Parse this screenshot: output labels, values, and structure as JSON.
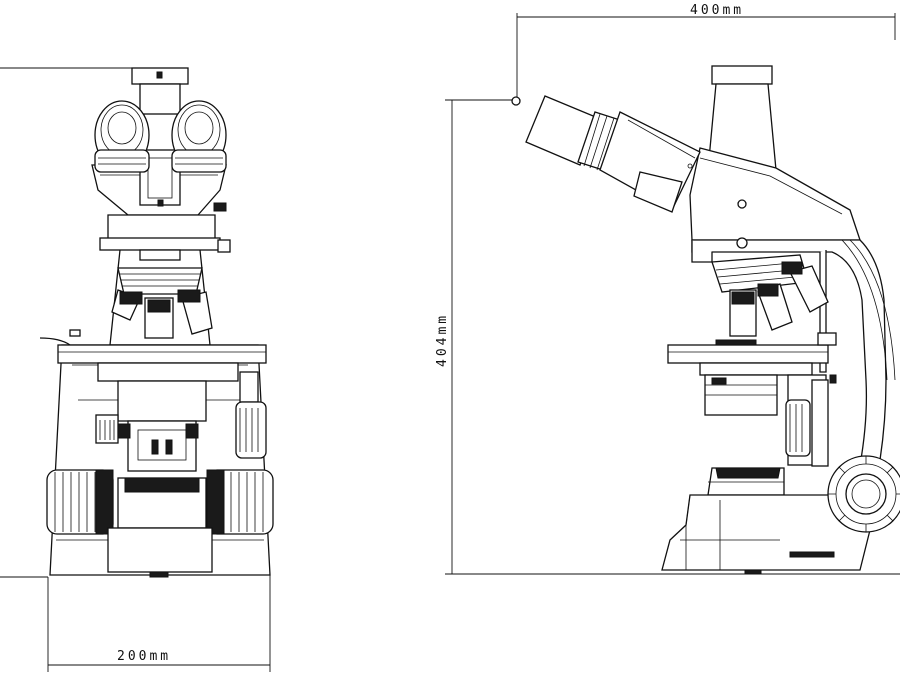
{
  "dimensions": {
    "width_front": "200mm",
    "depth_side": "400mm",
    "height_side": "404mm"
  }
}
